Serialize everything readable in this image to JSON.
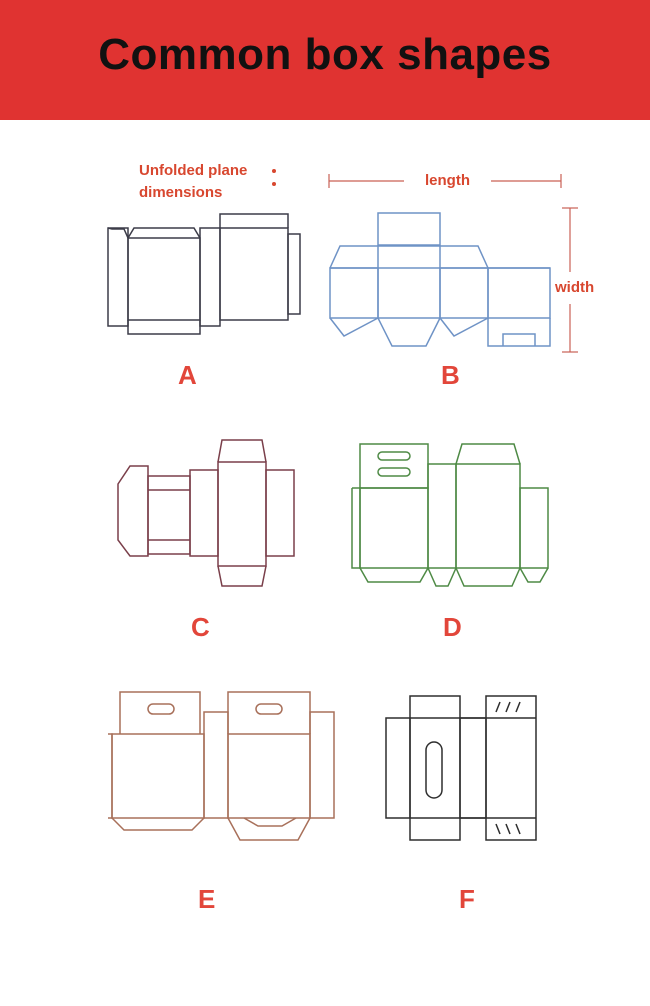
{
  "header": {
    "title": "Common box shapes"
  },
  "annotation": {
    "line1": "Unfolded plane",
    "line2": "dimensions"
  },
  "dimensions": {
    "length": "length",
    "width": "width"
  },
  "boxes": [
    {
      "label": "A",
      "line_color": "#3c3c48"
    },
    {
      "label": "B",
      "line_color": "#6f93c6"
    },
    {
      "label": "C",
      "line_color": "#7a3f4a"
    },
    {
      "label": "D",
      "line_color": "#4e8a45"
    },
    {
      "label": "E",
      "line_color": "#a8705a"
    },
    {
      "label": "F",
      "line_color": "#2e2e2e"
    }
  ],
  "colors": {
    "banner": "#e03331",
    "accent_text": "#d8472f",
    "label_text": "#e2463a",
    "dimension_line": "#c96055"
  }
}
